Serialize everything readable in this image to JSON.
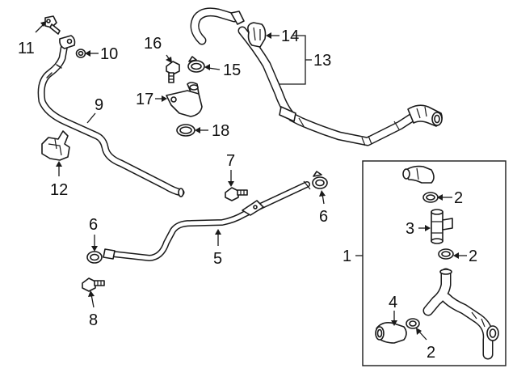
{
  "callouts": {
    "c1": "1",
    "c2a": "2",
    "c2b": "2",
    "c2c": "2",
    "c3": "3",
    "c4": "4",
    "c5": "5",
    "c6a": "6",
    "c6b": "6",
    "c7": "7",
    "c8": "8",
    "c9": "9",
    "c10": "10",
    "c11": "11",
    "c12": "12",
    "c13": "13",
    "c14": "14",
    "c15": "15",
    "c16": "16",
    "c17": "17",
    "c18": "18"
  }
}
